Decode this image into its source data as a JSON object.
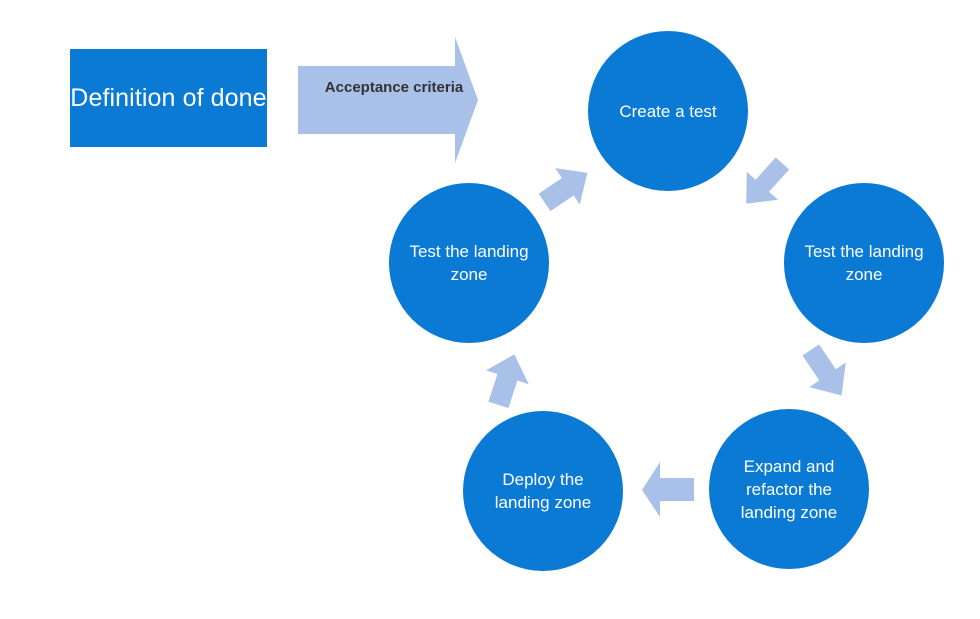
{
  "diagram": {
    "title_box": {
      "label": "Definition of done",
      "color": "#0A7AD4",
      "text_color": "#FFFFFF"
    },
    "entry_arrow": {
      "label": "Acceptance criteria",
      "color": "#A9C0E8",
      "text_color": "#333333",
      "direction": "right"
    },
    "cycle": {
      "accent_color": "#0A7AD4",
      "connector_color": "#A9C0E8",
      "nodes": [
        {
          "id": "create-test",
          "label": "Create a test",
          "position": "top"
        },
        {
          "id": "test-right",
          "label": "Test the landing zone",
          "position": "right"
        },
        {
          "id": "expand-refactor",
          "label": "Expand and refactor the landing zone",
          "position": "bottom-right"
        },
        {
          "id": "deploy",
          "label": "Deploy the landing zone",
          "position": "bottom-left"
        },
        {
          "id": "test-left",
          "label": "Test the landing zone",
          "position": "left"
        }
      ],
      "connectors": [
        {
          "id": "create-to-testright",
          "from": "create-test",
          "to": "test-right",
          "direction": "down-right"
        },
        {
          "id": "testright-to-expand",
          "from": "test-right",
          "to": "expand-refactor",
          "direction": "down-left"
        },
        {
          "id": "expand-to-deploy",
          "from": "expand-refactor",
          "to": "deploy",
          "direction": "left"
        },
        {
          "id": "deploy-to-testleft",
          "from": "deploy",
          "to": "test-left",
          "direction": "up-right"
        },
        {
          "id": "testleft-to-create",
          "from": "test-left",
          "to": "create-test",
          "direction": "up-right"
        }
      ]
    }
  }
}
